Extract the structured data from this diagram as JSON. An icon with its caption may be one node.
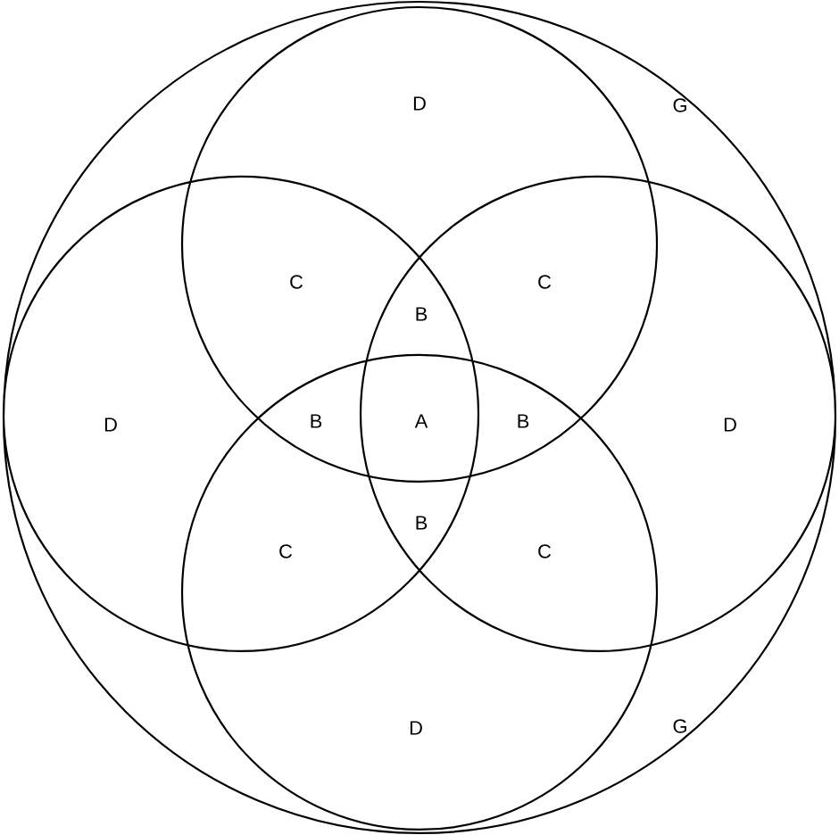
{
  "diagram": {
    "labels": [
      "D",
      "G",
      "C",
      "B",
      "C",
      "D",
      "B",
      "A",
      "B",
      "D",
      "C",
      "B",
      "C",
      "D",
      "G"
    ]
  }
}
